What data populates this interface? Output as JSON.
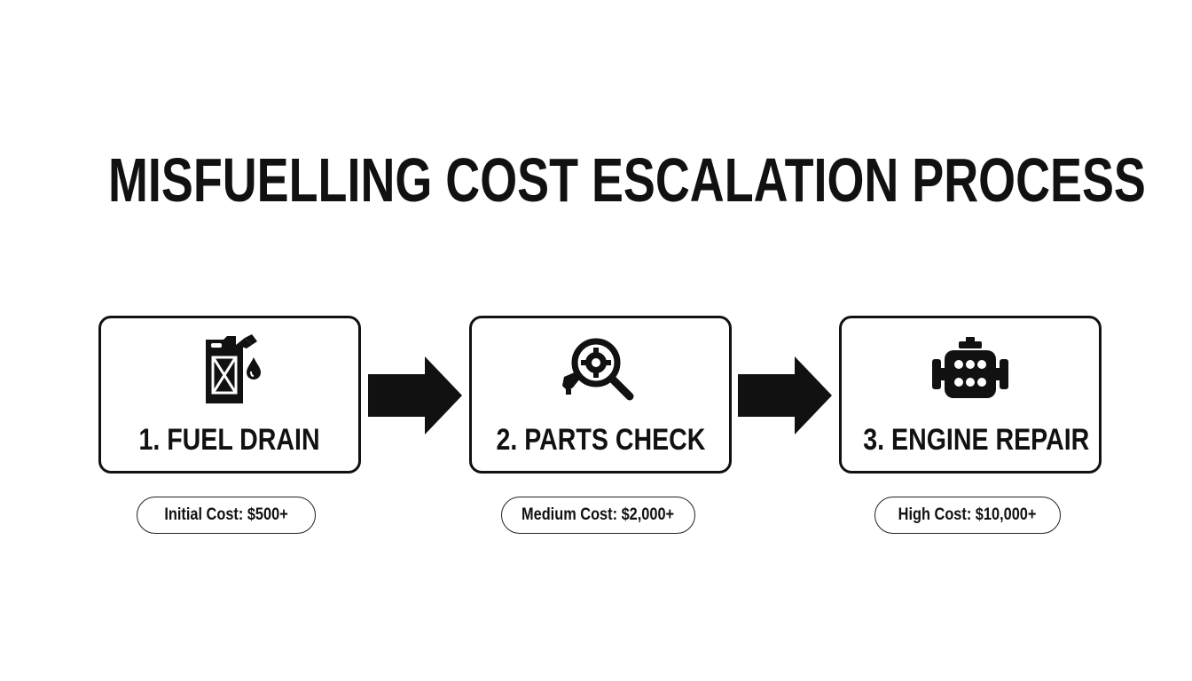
{
  "title": "MISFUELLING COST ESCALATION PROCESS",
  "steps": [
    {
      "label": "1. FUEL DRAIN",
      "icon": "fuel-can-icon",
      "cost": "Initial Cost: $500+"
    },
    {
      "label": "2. PARTS CHECK",
      "icon": "magnifier-gear-icon",
      "cost": "Medium Cost: $2,000+"
    },
    {
      "label": "3. ENGINE REPAIR",
      "icon": "engine-icon",
      "cost": "High Cost: $10,000+"
    }
  ],
  "colors": {
    "ink": "#111111",
    "background": "#ffffff"
  }
}
